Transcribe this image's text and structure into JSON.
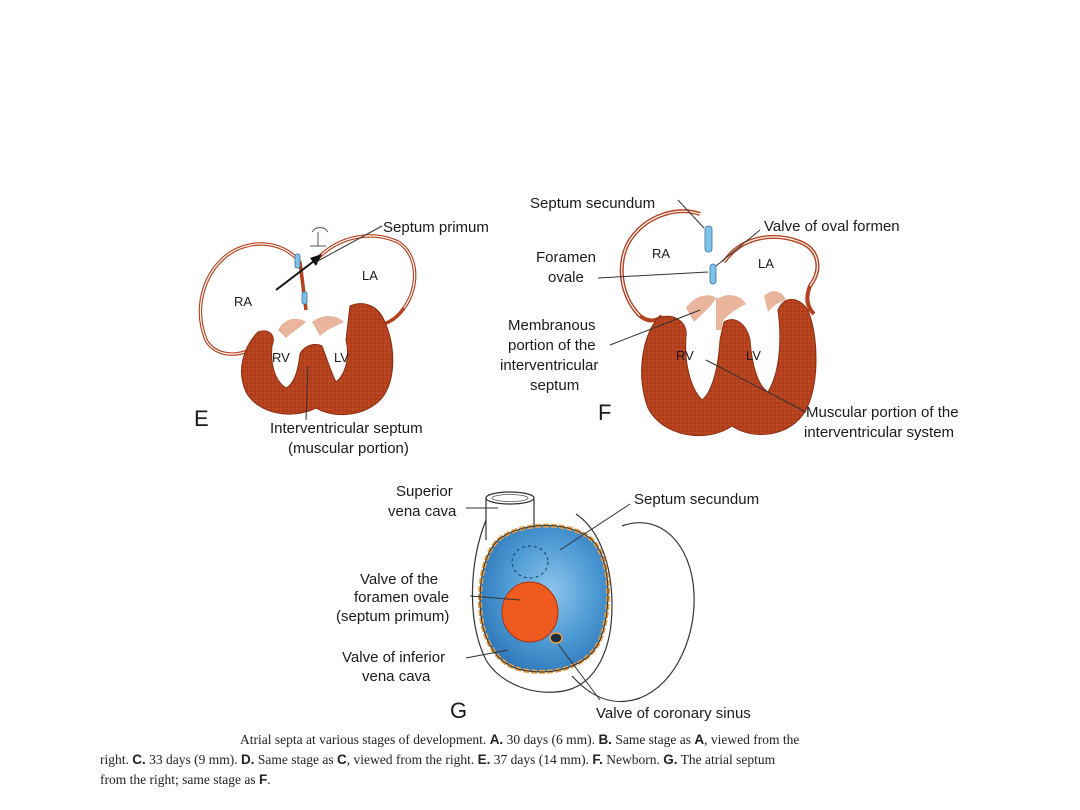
{
  "panel_e": {
    "letter": "E",
    "ra": "RA",
    "la": "LA",
    "rv": "RV",
    "lv": "LV",
    "septum_primum": "Septum primum",
    "ivs_line1": "Interventricular septum",
    "ivs_line2": "(muscular portion)"
  },
  "panel_f": {
    "letter": "F",
    "ra": "RA",
    "la": "LA",
    "rv": "RV",
    "lv": "LV",
    "septum_secundum": "Septum secundum",
    "valve_oval": "Valve of oval formen",
    "foramen_line1": "Foramen",
    "foramen_line2": "ovale",
    "membranous_line1": "Membranous",
    "membranous_line2": "portion of the",
    "membranous_line3": "interventricular",
    "membranous_line4": "septum",
    "muscular_line1": "Muscular portion of the",
    "muscular_line2": "interventricular system"
  },
  "panel_g": {
    "letter": "G",
    "svc_line1": "Superior",
    "svc_line2": "vena cava",
    "septum_secundum": "Septum secundum",
    "valve_fo_line1": "Valve of the",
    "valve_fo_line2": "foramen ovale",
    "valve_fo_line3": "(septum primum)",
    "ivc_line1": "Valve of inferior",
    "ivc_line2": "vena cava",
    "coronary": "Valve of coronary sinus"
  },
  "caption": {
    "p1": "Atrial septa at various stages of development. ",
    "a1": "A.",
    "t1": " 30 days (6 mm). ",
    "b1": "B.",
    "t2": " Same stage as ",
    "a2": "A",
    "t3": ", viewed from the",
    "t4": "right. ",
    "c1": "C.",
    "t5": " 33 days (9 mm). ",
    "d1": "D.",
    "t6": " Same stage as ",
    "c2": "C",
    "t7": ", viewed from the right. ",
    "e1": "E.",
    "t8": " 37 days (14 mm). ",
    "f1": "F.",
    "t9": " Newborn. ",
    "g1": "G.",
    "t10": " The atrial septum",
    "t11": "from the right; same stage as ",
    "f2": "F",
    "t12": "."
  },
  "colors": {
    "muscle": "#b5401d",
    "cushion": "#e9b59c",
    "septum_blue": "#3d8ccc",
    "septum_light": "#9fd0ef",
    "primum_orange": "#ef5a1e",
    "rim_orange": "#e7a04a"
  }
}
